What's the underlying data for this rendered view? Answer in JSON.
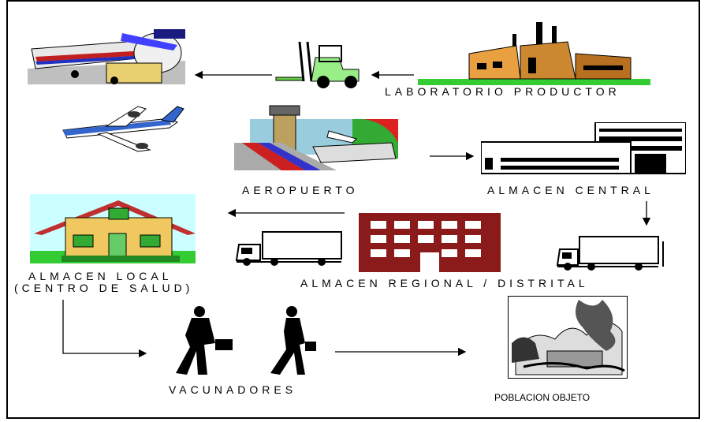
{
  "labels": {
    "laboratorio": "LABORATORIO PRODUCTOR",
    "aeropuerto": "AEROPUERTO",
    "almacen_central": "ALMACEN CENTRAL",
    "almacen_local_1": "ALMACEN LOCAL",
    "almacen_local_2": "(CENTRO DE SALUD)",
    "almacen_regional": "ALMACEN REGIONAL / DISTRITAL",
    "vacunadores": "VACUNADORES",
    "poblacion": "POBLACION OBJETO"
  },
  "icons": [
    "cargo-plane-loading-icon",
    "forklift-icon",
    "factory-icon",
    "airplane-icon",
    "airport-icon",
    "warehouse-icon",
    "house-icon",
    "truck-icon",
    "regional-building-icon",
    "people-walking-icon",
    "village-icon"
  ],
  "colors": {
    "accent_red": "#8B1A1A",
    "grass": "#33CC33",
    "sky": "#CCFFFF",
    "roof": "#C03030"
  }
}
